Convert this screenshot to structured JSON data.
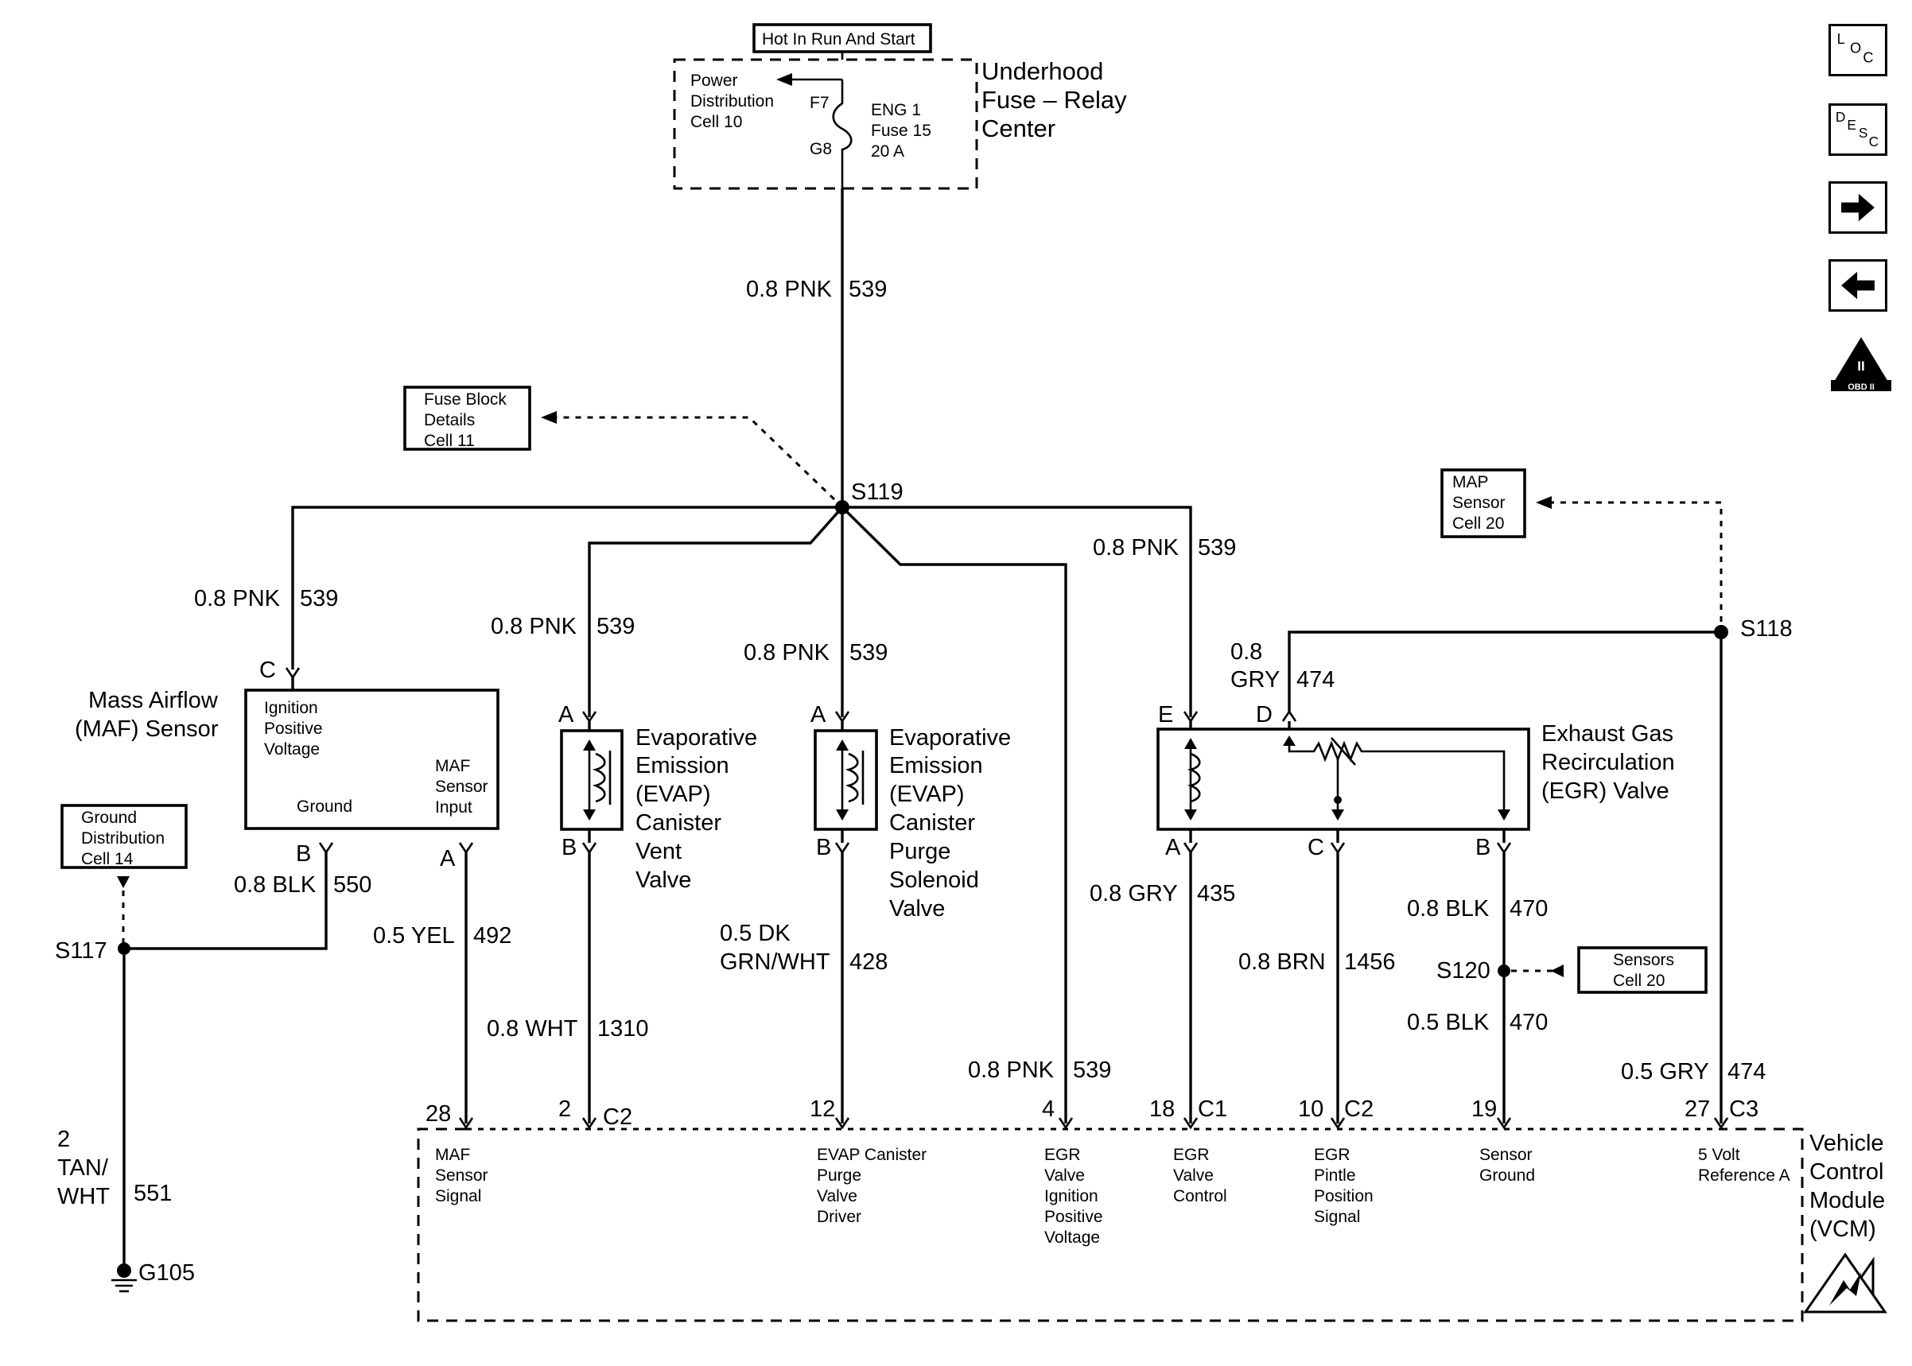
{
  "hot_label": "Hot In Run And Start",
  "fuse_center": {
    "title": [
      "Underhood",
      "Fuse – Relay",
      "Center"
    ],
    "power_dist": [
      "Power",
      "Distribution",
      "Cell 10"
    ],
    "fuse": [
      "ENG 1",
      "Fuse 15",
      "20 A"
    ],
    "term_top": "F7",
    "term_bot": "G8"
  },
  "fuse_block": [
    "Fuse Block",
    "Details",
    "Cell 11"
  ],
  "map_sensor": [
    "MAP",
    "Sensor",
    "Cell 20"
  ],
  "ground_dist": [
    "Ground",
    "Distribution",
    "Cell 14"
  ],
  "sensors_cell": [
    "Sensors",
    "Cell 20"
  ],
  "splices": {
    "s119": "S119",
    "s118": "S118",
    "s117": "S117",
    "s120": "S120",
    "g105": "G105"
  },
  "wires": {
    "main": {
      "gauge": "0.8 PNK",
      "circuit": "539"
    },
    "maf_feed": {
      "gauge": "0.8 PNK",
      "circuit": "539"
    },
    "vent_feed": {
      "gauge": "0.8 PNK",
      "circuit": "539"
    },
    "purge_feed": {
      "gauge": "0.8 PNK",
      "circuit": "539"
    },
    "egr_feed": {
      "gauge": "0.8 PNK",
      "circuit": "539"
    },
    "vcm_feed": {
      "gauge": "0.8 PNK",
      "circuit": "539"
    },
    "maf_ground": {
      "gauge": "0.8 BLK",
      "circuit": "550"
    },
    "maf_signal": {
      "gauge": "0.5 YEL",
      "circuit": "492"
    },
    "vent_signal": {
      "gauge": "0.8 WHT",
      "circuit": "1310"
    },
    "purge_signal": {
      "gauge_line1": "0.5 DK",
      "gauge_line2": "GRN/WHT",
      "circuit": "428"
    },
    "egr_ref": {
      "gauge_line1": "0.8",
      "gauge_line2": "GRY",
      "circuit": "474"
    },
    "egr_control": {
      "gauge": "0.8 GRY",
      "circuit": "435"
    },
    "egr_pintle": {
      "gauge": "0.8 BRN",
      "circuit": "1456"
    },
    "egr_ground_upper": {
      "gauge": "0.8 BLK",
      "circuit": "470"
    },
    "egr_ground_lower": {
      "gauge": "0.5 BLK",
      "circuit": "470"
    },
    "vcm_ref": {
      "gauge": "0.5 GRY",
      "circuit": "474"
    },
    "ground_strap": {
      "gauge_line1": "2",
      "gauge_line2": "TAN/",
      "gauge_line3": "WHT",
      "circuit": "551"
    }
  },
  "maf": {
    "name": [
      "Mass Airflow",
      "(MAF) Sensor"
    ],
    "inside_ignition": [
      "Ignition",
      "Positive",
      "Voltage"
    ],
    "inside_ground": "Ground",
    "inside_input": [
      "MAF",
      "Sensor",
      "Input"
    ],
    "pin_c": "C",
    "pin_b": "B",
    "pin_a": "A"
  },
  "vent_valve": {
    "name": [
      "Evaporative",
      "Emission",
      "(EVAP)",
      "Canister",
      "Vent",
      "Valve"
    ],
    "pin_a": "A",
    "pin_b": "B"
  },
  "purge_valve": {
    "name": [
      "Evaporative",
      "Emission",
      "(EVAP)",
      "Canister",
      "Purge",
      "Solenoid",
      "Valve"
    ],
    "pin_a": "A",
    "pin_b": "B"
  },
  "egr_valve": {
    "name": [
      "Exhaust Gas",
      "Recirculation",
      "(EGR) Valve"
    ],
    "pin_e": "E",
    "pin_d": "D",
    "pin_a": "A",
    "pin_c": "C",
    "pin_b": "B"
  },
  "vcm": {
    "name": [
      "Vehicle",
      "Control",
      "Module",
      "(VCM)"
    ],
    "connectors": {
      "c2": "C2",
      "c1": "C1",
      "c2b": "C2",
      "c3": "C3"
    },
    "pins": {
      "p28": "28",
      "p2": "2",
      "p12": "12",
      "p4": "4",
      "p18": "18",
      "p10": "10",
      "p19": "19",
      "p27": "27"
    },
    "labels": {
      "maf_signal": [
        "MAF",
        "Sensor",
        "Signal"
      ],
      "purge_driver": [
        "EVAP Canister",
        "Purge",
        "Valve",
        "Driver"
      ],
      "egr_ign": [
        "EGR",
        "Valve",
        "Ignition",
        "Positive",
        "Voltage"
      ],
      "egr_control": [
        "EGR",
        "Valve",
        "Control"
      ],
      "egr_pintle": [
        "EGR",
        "Pintle",
        "Position",
        "Signal"
      ],
      "sensor_ground": [
        "Sensor",
        "Ground"
      ],
      "five_volt": [
        "5 Volt",
        "Reference A"
      ]
    }
  },
  "nav": {
    "loc": [
      "L",
      "O",
      "C"
    ],
    "desc": [
      "D",
      "E",
      "S",
      "C"
    ],
    "next_icon": "arrow-right-icon",
    "prev_icon": "arrow-left-icon",
    "obd": {
      "numeral": "II",
      "text": "OBD II"
    }
  }
}
